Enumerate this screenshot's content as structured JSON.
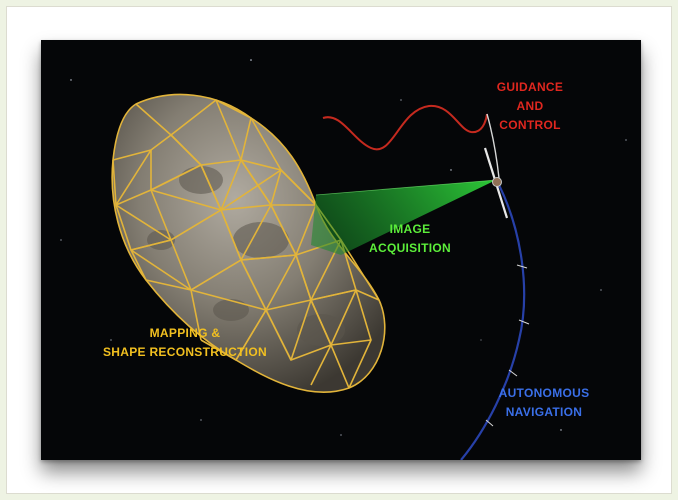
{
  "labels": {
    "guidance": {
      "line1": "GUIDANCE",
      "line2": "AND",
      "line3": "CONTROL",
      "color": "#e0271f"
    },
    "image": {
      "line1": "IMAGE",
      "line2": "ACQUISITION",
      "color": "#5cee3a"
    },
    "mapping": {
      "line1": "MAPPING &",
      "line2": "SHAPE RECONSTRUCTION",
      "color": "#f2c020"
    },
    "navigation": {
      "line1": "AUTONOMOUS",
      "line2": "NAVIGATION",
      "color": "#3a6fe8"
    }
  },
  "icons": {
    "asteroid": "asteroid-wireframe",
    "spacecraft": "spacecraft-icon",
    "camera_beam": "camera-beam"
  }
}
